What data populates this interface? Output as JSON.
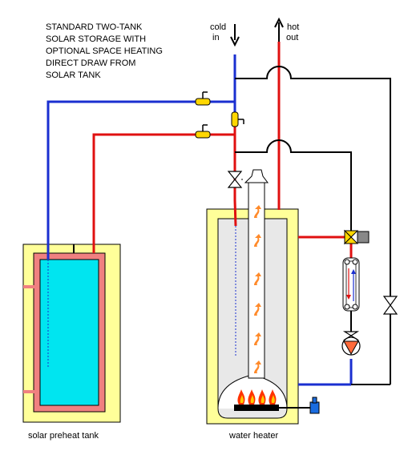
{
  "title_lines": [
    "STANDARD TWO-TANK",
    "SOLAR STORAGE WITH",
    "OPTIONAL SPACE HEATING",
    "DIRECT DRAW FROM",
    "SOLAR TANK"
  ],
  "labels": {
    "cold_in": [
      "cold",
      "in"
    ],
    "hot_out": [
      "hot",
      "out"
    ],
    "solar_tank": "solar preheat tank",
    "water_heater": "water heater"
  },
  "colors": {
    "cold_pipe": "#1a2fd0",
    "hot_pipe": "#e01010",
    "insulation": "#ffff99",
    "solar_liner": "#f08080",
    "solar_water": "#00e5f0",
    "heater_tank": "#e8e8e8",
    "flue_arrow": "#ff8a2a",
    "flame": "#ff3300",
    "black_pipe": "#000000",
    "pump": "#ff6a3a",
    "aquastat": "#1a6ce0"
  }
}
